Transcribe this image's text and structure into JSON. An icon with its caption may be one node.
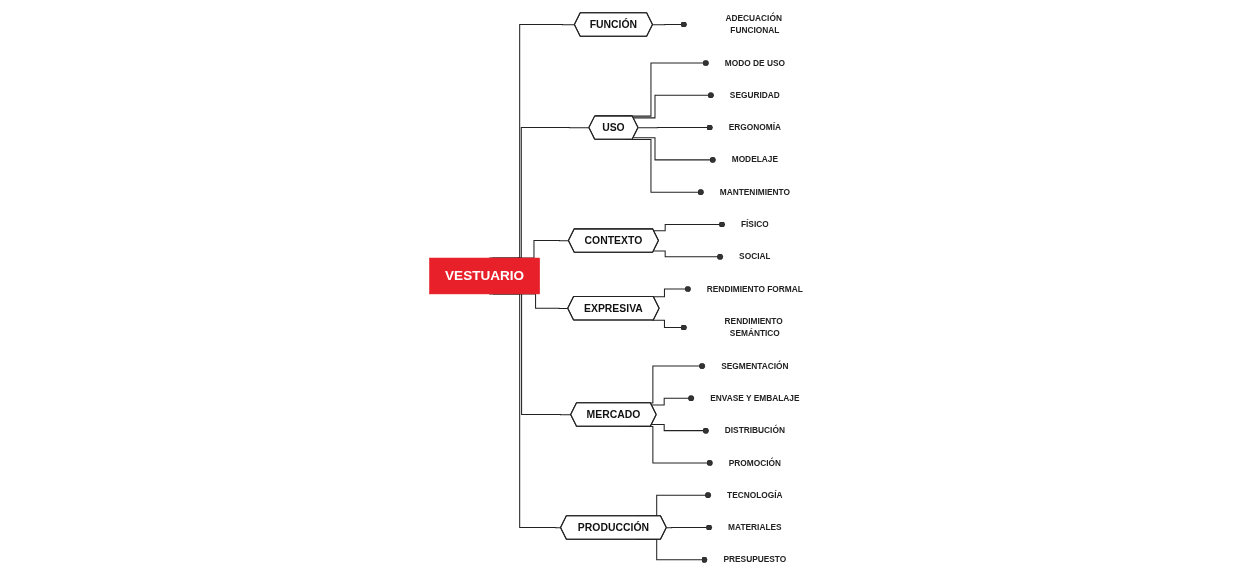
{
  "diagram": {
    "nodes": [
      {
        "text": [
          "VESTUARIO"
        ]
      },
      {
        "text": [
          "FUNCIÓN"
        ]
      },
      {
        "text": [
          "ADECUACIÓN FUNCIONAL"
        ]
      },
      {
        "text": [
          "USO"
        ]
      },
      {
        "text": [
          "MODO DE USO"
        ]
      },
      {
        "text": [
          "SEGURIDAD"
        ]
      },
      {
        "text": [
          "ERGONOMÍA"
        ]
      },
      {
        "text": [
          "MODELAJE"
        ]
      },
      {
        "text": [
          "MANTENIMIENTO"
        ]
      },
      {
        "text": [
          "CONTEXTO"
        ]
      },
      {
        "text": [
          "FÍSICO"
        ]
      },
      {
        "text": [
          "SOCIAL"
        ]
      },
      {
        "text": [
          "EXPRESIVA"
        ]
      },
      {
        "text": [
          "RENDIMIENTO FORMAL"
        ]
      },
      {
        "text": [
          "RENDIMIENTO SEMÁNTICO"
        ]
      },
      {
        "text": [
          "MERCADO"
        ]
      },
      {
        "text": [
          "SEGMENTACIÓN"
        ]
      },
      {
        "text": [
          "ENVASE Y EMBALAJE"
        ]
      },
      {
        "text": [
          "DISTRIBUCIÓN"
        ]
      },
      {
        "text": [
          "PROMOCIÓN"
        ]
      },
      {
        "text": [
          "PRODUCCIÓN"
        ]
      },
      {
        "text": [
          "TECNOLOGÍA"
        ]
      },
      {
        "text": [
          "MATERIALES"
        ]
      },
      {
        "text": [
          "PRESUPUESTO"
        ]
      }
    ],
    "edges": [
      {
        "from": 0,
        "to": 1,
        "arrow": "none"
      },
      {
        "from": 0,
        "to": 3,
        "arrow": "none"
      },
      {
        "from": 0,
        "to": 9,
        "arrow": "none"
      },
      {
        "from": 0,
        "to": 12,
        "arrow": "none"
      },
      {
        "from": 0,
        "to": 15,
        "arrow": "none"
      },
      {
        "from": 0,
        "to": 20,
        "arrow": "none"
      },
      {
        "from": 1,
        "to": 2,
        "arrow": "other"
      },
      {
        "from": 3,
        "to": 4,
        "arrow": "other"
      },
      {
        "from": 3,
        "to": 5,
        "arrow": "other"
      },
      {
        "from": 3,
        "to": 6,
        "arrow": "other"
      },
      {
        "from": 3,
        "to": 7,
        "arrow": "other"
      },
      {
        "from": 3,
        "to": 8,
        "arrow": "other"
      },
      {
        "from": 9,
        "to": 10,
        "arrow": "other"
      },
      {
        "from": 9,
        "to": 11,
        "arrow": "other"
      },
      {
        "from": 12,
        "to": 13,
        "arrow": "other"
      },
      {
        "from": 12,
        "to": 14,
        "arrow": "other"
      },
      {
        "from": 15,
        "to": 16,
        "arrow": "other"
      },
      {
        "from": 15,
        "to": 17,
        "arrow": "other"
      },
      {
        "from": 15,
        "to": 18,
        "arrow": "other"
      },
      {
        "from": 15,
        "to": 19,
        "arrow": "other"
      },
      {
        "from": 20,
        "to": 21,
        "arrow": "other"
      },
      {
        "from": 20,
        "to": 22,
        "arrow": "other"
      },
      {
        "from": 20,
        "to": 23,
        "arrow": "other"
      }
    ]
  }
}
